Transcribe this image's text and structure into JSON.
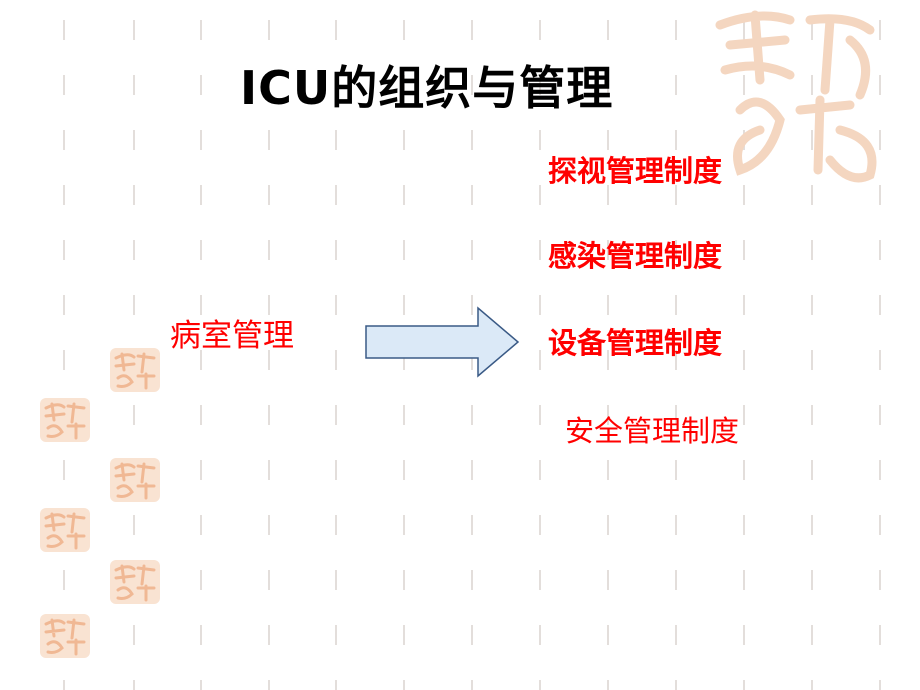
{
  "slide": {
    "title": "ICU的组织与管理",
    "room_management": "病室管理",
    "rules": [
      "探视管理制度",
      "感染管理制度",
      "设备管理制度",
      "安全管理制度"
    ]
  },
  "colors": {
    "title": "#000000",
    "accent_red": "#ff0000",
    "arrow_fill": "#dbe9f7",
    "arrow_stroke": "#3a5a86",
    "seal": "#f9e3d2",
    "seal_ink": "#f0b894"
  }
}
